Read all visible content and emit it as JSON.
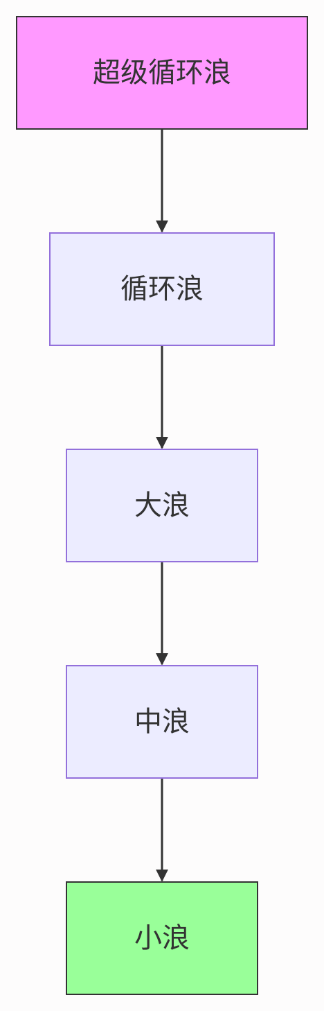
{
  "nodes": [
    {
      "label": "超级循环浪",
      "fill": "#ff99ff"
    },
    {
      "label": "循环浪",
      "fill": "#ececff"
    },
    {
      "label": "大浪",
      "fill": "#ececff"
    },
    {
      "label": "中浪",
      "fill": "#ececff"
    },
    {
      "label": "小浪",
      "fill": "#99ff99"
    }
  ],
  "edges": [
    {
      "from": "超级循环浪",
      "to": "循环浪"
    },
    {
      "from": "循环浪",
      "to": "大浪"
    },
    {
      "from": "大浪",
      "to": "中浪"
    },
    {
      "from": "中浪",
      "to": "小浪"
    }
  ],
  "colors": {
    "edge": "#333333",
    "text": "#333333",
    "default_border": "#9370db",
    "highlight_border": "#333333"
  }
}
